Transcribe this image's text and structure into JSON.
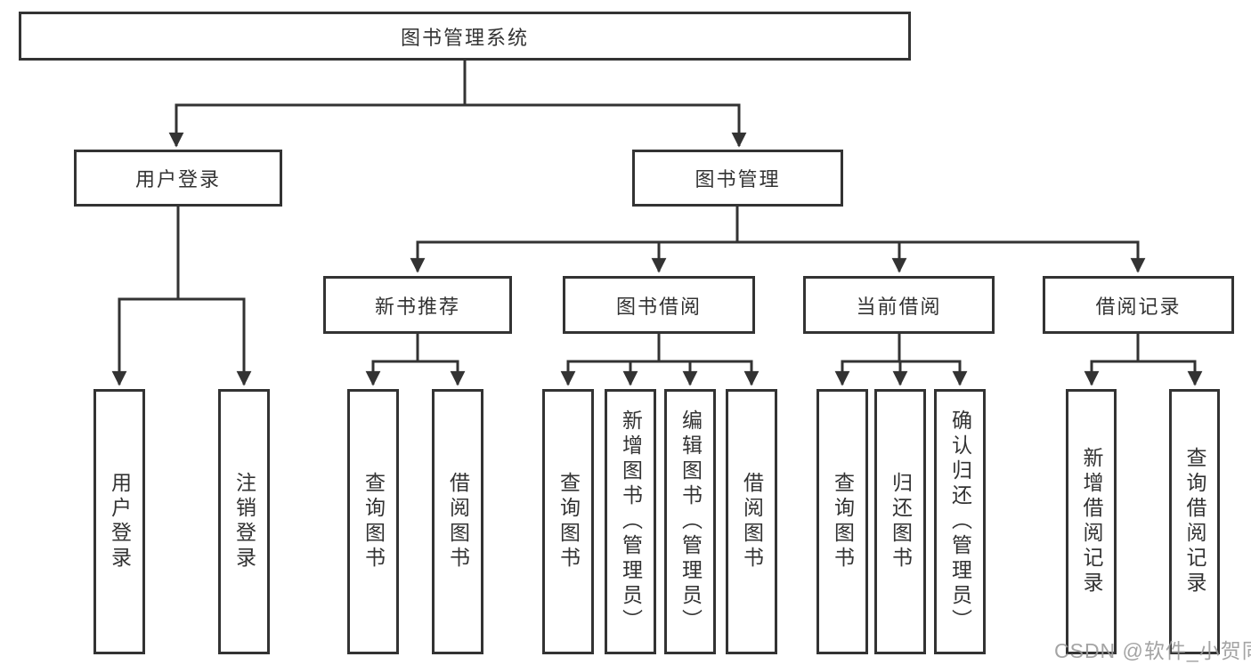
{
  "tree": {
    "root": {
      "label": "图书管理系统"
    },
    "children": [
      {
        "label": "用户登录",
        "children": [
          {
            "label": "用户登录"
          },
          {
            "label": "注销登录"
          }
        ]
      },
      {
        "label": "图书管理",
        "children": [
          {
            "label": "新书推荐",
            "children": [
              {
                "label": "查询图书"
              },
              {
                "label": "借阅图书"
              }
            ]
          },
          {
            "label": "图书借阅",
            "children": [
              {
                "label": "查询图书"
              },
              {
                "label": "新增图书（管理员）"
              },
              {
                "label": "编辑图书（管理员）"
              },
              {
                "label": "借阅图书"
              }
            ]
          },
          {
            "label": "当前借阅",
            "children": [
              {
                "label": "查询图书"
              },
              {
                "label": "归还图书"
              },
              {
                "label": "确认归还（管理员）"
              }
            ]
          },
          {
            "label": "借阅记录",
            "children": [
              {
                "label": "新增借阅记录"
              },
              {
                "label": "查询借阅记录"
              }
            ]
          }
        ]
      }
    ]
  },
  "watermark": {
    "text": "CSDN @软件_小贺同学"
  },
  "colors": {
    "line": "#333333",
    "text": "#333333",
    "background": "#ffffff",
    "watermark": "#9a9a9a"
  }
}
